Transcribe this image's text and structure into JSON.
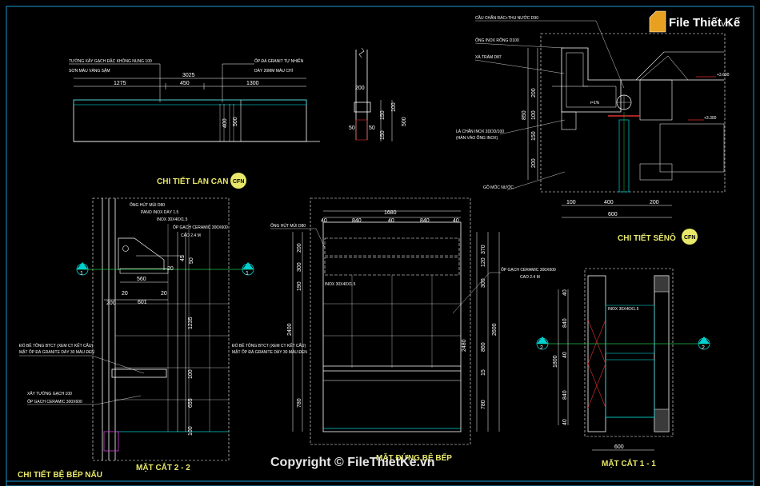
{
  "colors": {
    "background": "#000000",
    "frame": "#1a9ad6",
    "line_white": "#ffffff",
    "line_cyan": "#00d0d0",
    "line_yellow": "#e8e86a",
    "line_red": "#e03030",
    "line_green": "#20c040",
    "line_magenta": "#d040d0",
    "watermark": "#e6e6e6"
  },
  "logo": {
    "text": "File Thiết Kế",
    "suffix": ".vn",
    "icon": "file-folder-icon"
  },
  "watermark": "Copyright © FileThietKe.vn",
  "titles": {
    "lan_can": "CHI TIẾT LAN CAN",
    "seno": "CHI TIẾT SÊNÔ",
    "mat_cat_22": "MẶT CẮT 2 - 2",
    "mat_cat_11": "MẶT CẮT 1 - 1",
    "be_bep": "CHI TIẾT BỆ BẾP NẤU",
    "mat_dung": "MẶT ĐỨNG BỆ BẾP"
  },
  "badges": {
    "lan_can": "CFN",
    "seno": "CFN"
  },
  "lan_can": {
    "notes": [
      "TƯỜNG XÂY GẠCH ĐẶC KHÔNG NUNG 100",
      "SƠN MÀU VÀNG SẬM",
      "ỐP ĐÁ GRANIT TỰ NHIÊN",
      "DÀY 20MM MÀU CHÌ"
    ],
    "dims_top": [
      "3025",
      "1275",
      "450",
      "1300"
    ],
    "dims_side": [
      "400",
      "500",
      "200",
      "50",
      "50",
      "150",
      "150",
      "100",
      "500"
    ]
  },
  "seno": {
    "notes": [
      "CẦU CHẮN RÁC+THU NƯỚC D90",
      "ỐNG INOX RỖNG D100",
      "XÀ TRÀM D87",
      "LÁ CHẮN INOX 3DDD/100",
      "(HÀN VÀO ỐNG INOX)",
      "GỖ MỐC NƯỚC"
    ],
    "levels": [
      "+3.600",
      "+3.300"
    ],
    "slope": "i=1%",
    "dims_v": [
      "850",
      "200",
      "100",
      "150",
      "200"
    ],
    "dims_h": [
      "100",
      "400",
      "200",
      "600"
    ]
  },
  "mc22": {
    "notes": [
      "ỐNG HÚT MÙI D80",
      "PANO INOX DÀY 1.5",
      "INOX 30X40X1.5",
      "ỐP GẠCH CERAMIC 300X600",
      "CAO 2.4 M",
      "ĐỔ BÊ TÔNG BTCT (XEM CT KẾT CẤU)",
      "MẶT ỐP ĐÁ GRANITE DÀY 30 MÀU ĐEN",
      "XÂY TƯỜNG GẠCH 100",
      "ỐP GẠCH CERAMIC 300X600"
    ],
    "dims": [
      "560",
      "200",
      "601",
      "20",
      "20",
      "20",
      "45",
      "50",
      "1235",
      "100",
      "655",
      "100"
    ],
    "section_mark": "1"
  },
  "mat_dung": {
    "notes": [
      "ỐNG HÚT MÙI D80",
      "INOX 30X40X1.5",
      "ĐỔ BÊ TÔNG BTCT (XEM CT KẾT CẤU)",
      "MẶT ỐP ĐÁ GRANITE DÀY 30 MÀU ĐEN",
      "ỐP GẠCH CERAMIC 300X600",
      "CAO 2.4 M"
    ],
    "dims_top": [
      "1680",
      "840",
      "840",
      "40",
      "40",
      "40"
    ],
    "dims_left": [
      "200",
      "300",
      "190",
      "2400",
      "780"
    ],
    "dims_right": [
      "370",
      "120",
      "300",
      "860",
      "2600",
      "15",
      "780",
      "2480"
    ]
  },
  "mc11": {
    "notes": [
      "INOX 30X40X1.5"
    ],
    "dims_v": [
      "40",
      "840",
      "40",
      "1800",
      "840",
      "40"
    ],
    "dims_h": [
      "600"
    ],
    "section_mark": "2"
  }
}
